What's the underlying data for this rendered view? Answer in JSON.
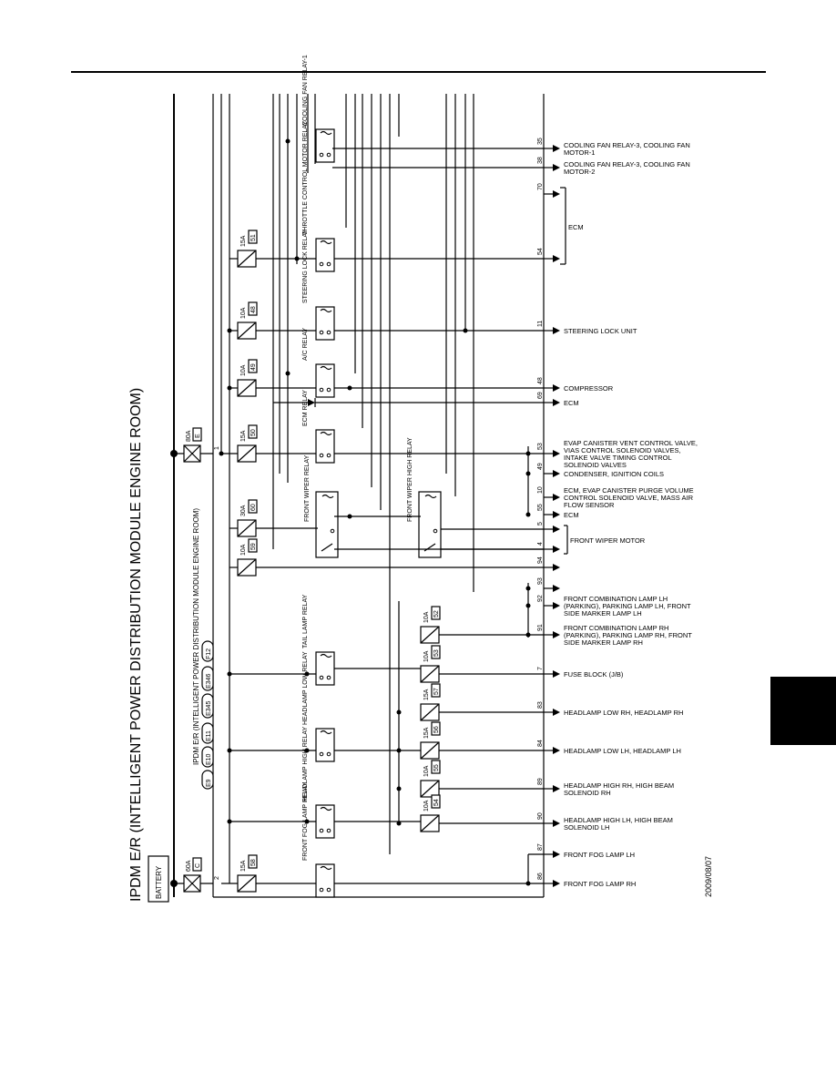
{
  "title": "IPDM E/R (INTELLIGENT POWER DISTRIBUTION MODULE ENGINE ROOM)",
  "module_label": "IPDM E/R (INTELLIGENT POWER DISTRIBUTION MODULE ENGINE ROOM)",
  "connectors": [
    "E9",
    "E10",
    "E11",
    "E345",
    "E346",
    "F12"
  ],
  "battery": "BATTERY",
  "date": "2009/08/07",
  "main_fuses": [
    {
      "rating": "80A",
      "num": "E"
    },
    {
      "rating": "60A",
      "num": "C"
    }
  ],
  "bus_pins": [
    "1",
    "2"
  ],
  "fuses": [
    {
      "rating": "15A",
      "num": "51"
    },
    {
      "rating": "10A",
      "num": "48"
    },
    {
      "rating": "10A",
      "num": "49"
    },
    {
      "rating": "15A",
      "num": "50"
    },
    {
      "rating": "30A",
      "num": "60"
    },
    {
      "rating": "10A",
      "num": "59"
    },
    {
      "rating": "15A",
      "num": "58"
    },
    {
      "rating": "10A",
      "num": "52"
    },
    {
      "rating": "10A",
      "num": "53"
    },
    {
      "rating": "15A",
      "num": "57"
    },
    {
      "rating": "15A",
      "num": "56"
    },
    {
      "rating": "10A",
      "num": "55"
    },
    {
      "rating": "10A",
      "num": "54"
    }
  ],
  "relays": [
    {
      "label": "COOLING FAN RELAY-1"
    },
    {
      "label": "THROTTLE CONTROL MOTOR RELAY"
    },
    {
      "label": "STEERING LOCK RELAY"
    },
    {
      "label": "A/C RELAY"
    },
    {
      "label": "ECM RELAY"
    },
    {
      "label": "FRONT WIPER RELAY"
    },
    {
      "label": "FRONT WIPER HIGH RELAY"
    },
    {
      "label": "TAIL LAMP RELAY"
    },
    {
      "label": "HEADLAMP LOW RELAY"
    },
    {
      "label": "HEADLAMP HIGH RELAY"
    },
    {
      "label": "FRONT FOG LAMP RELAY"
    }
  ],
  "outputs": [
    {
      "pin": "35",
      "text": "COOLING FAN RELAY-3, COOLING FAN MOTOR-1"
    },
    {
      "pin": "38",
      "text": "COOLING FAN RELAY-3, COOLING FAN MOTOR-2"
    },
    {
      "pin": "70",
      "text": ""
    },
    {
      "pin": "54",
      "text": ""
    },
    {
      "pin": "11",
      "text": "STEERING LOCK UNIT"
    },
    {
      "pin": "48",
      "text": "COMPRESSOR"
    },
    {
      "pin": "69",
      "text": "ECM"
    },
    {
      "pin": "53",
      "text": "EVAP CANISTER VENT CONTROL VALVE, VIAS CONTROL SOLENOID VALVES, INTAKE VALVE TIMING CONTROL SOLENOID VALVES"
    },
    {
      "pin": "49",
      "text": "CONDENSER, IGNITION COILS"
    },
    {
      "pin": "10",
      "text": "ECM, EVAP CANISTER PURGE VOLUME CONTROL SOLENOID VALVE, MASS AIR FLOW SENSOR"
    },
    {
      "pin": "55",
      "text": "ECM"
    },
    {
      "pin": "5",
      "text": ""
    },
    {
      "pin": "4",
      "text": ""
    },
    {
      "pin": "94",
      "text": ""
    },
    {
      "pin": "93",
      "text": ""
    },
    {
      "pin": "92",
      "text": "FRONT COMBINATION LAMP LH (PARKING), PARKING LAMP LH, FRONT SIDE MARKER LAMP LH"
    },
    {
      "pin": "91",
      "text": "FRONT COMBINATION LAMP RH (PARKING), PARKING LAMP RH, FRONT SIDE MARKER LAMP RH"
    },
    {
      "pin": "7",
      "text": "FUSE BLOCK (J/B)"
    },
    {
      "pin": "83",
      "text": "HEADLAMP LOW RH, HEADLAMP RH"
    },
    {
      "pin": "84",
      "text": "HEADLAMP LOW LH, HEADLAMP LH"
    },
    {
      "pin": "89",
      "text": "HEADLAMP HIGH RH, HIGH BEAM SOLENOID RH"
    },
    {
      "pin": "90",
      "text": "HEADLAMP HIGH LH, HIGH BEAM SOLENOID LH"
    },
    {
      "pin": "87",
      "text": "FRONT FOG LAMP LH"
    },
    {
      "pin": "86",
      "text": "FRONT FOG LAMP RH"
    }
  ],
  "group_labels": {
    "ecm": "ECM",
    "wiper": "FRONT WIPER MOTOR"
  }
}
